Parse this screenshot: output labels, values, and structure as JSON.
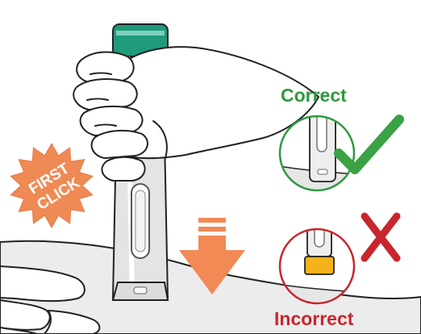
{
  "labels": {
    "correct": "Correct",
    "incorrect": "Incorrect",
    "burst_line1": "FIRST",
    "burst_line2": "CLICK"
  },
  "colors": {
    "correct_green": "#2e9a3f",
    "incorrect_red": "#c8262e",
    "burst_orange": "#f08a55",
    "arrow_orange": "#f28a55",
    "cap_teal": "#1f9a7a",
    "skin_gray": "#ececec",
    "outline": "#222222",
    "indicator_yellow": "#f6b21b"
  },
  "icons": {
    "correct": "checkmark-icon",
    "incorrect": "x-mark-icon",
    "direction": "down-arrow-icon"
  }
}
